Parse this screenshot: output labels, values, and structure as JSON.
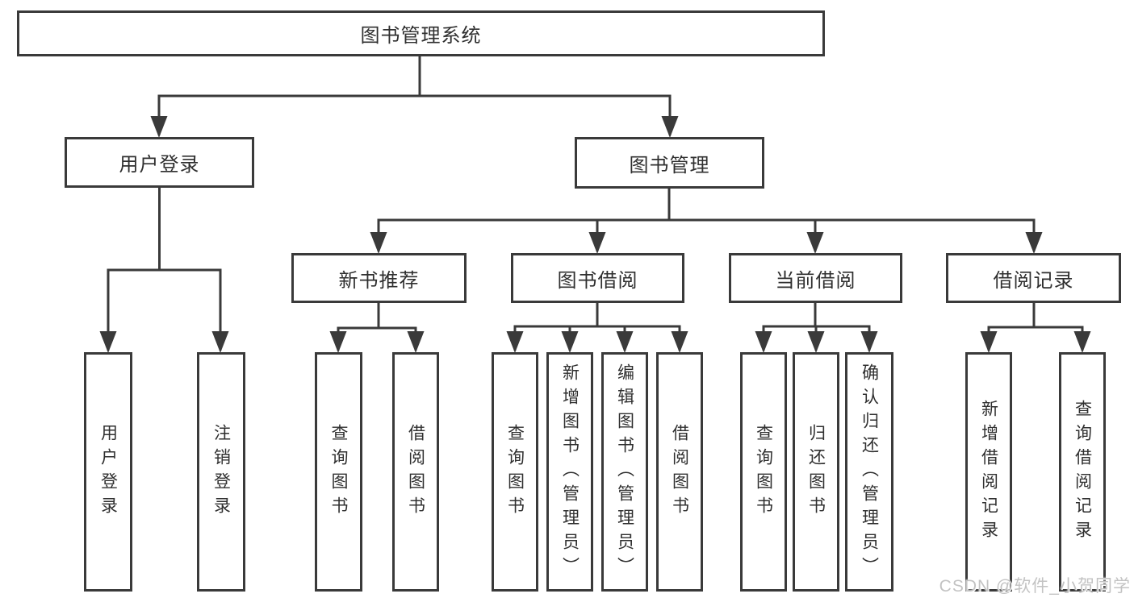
{
  "diagram": {
    "root": {
      "label": "图书管理系统"
    },
    "level2": [
      {
        "label": "用户登录"
      },
      {
        "label": "图书管理"
      }
    ],
    "level3": [
      {
        "label": "新书推荐"
      },
      {
        "label": "图书借阅"
      },
      {
        "label": "当前借阅"
      },
      {
        "label": "借阅记录"
      }
    ],
    "leaves": {
      "user_login": [
        "用户登录",
        "注销登录"
      ],
      "new_book_recommend": [
        "查询图书",
        "借阅图书"
      ],
      "book_borrow": [
        "查询图书",
        "新增图书（管理员）",
        "编辑图书（管理员）",
        "借阅图书"
      ],
      "current_borrow": [
        "查询图书",
        "归还图书",
        "确认归还（管理员）"
      ],
      "borrow_records": [
        "新增借阅记录",
        "查询借阅记录"
      ]
    }
  },
  "colors": {
    "line": "#3a3a3a",
    "text": "#2f2f2f",
    "box_fill": "#ffffff",
    "watermark": "#c3c3c3"
  },
  "watermark": {
    "text": "CSDN @软件_小贺同学"
  }
}
